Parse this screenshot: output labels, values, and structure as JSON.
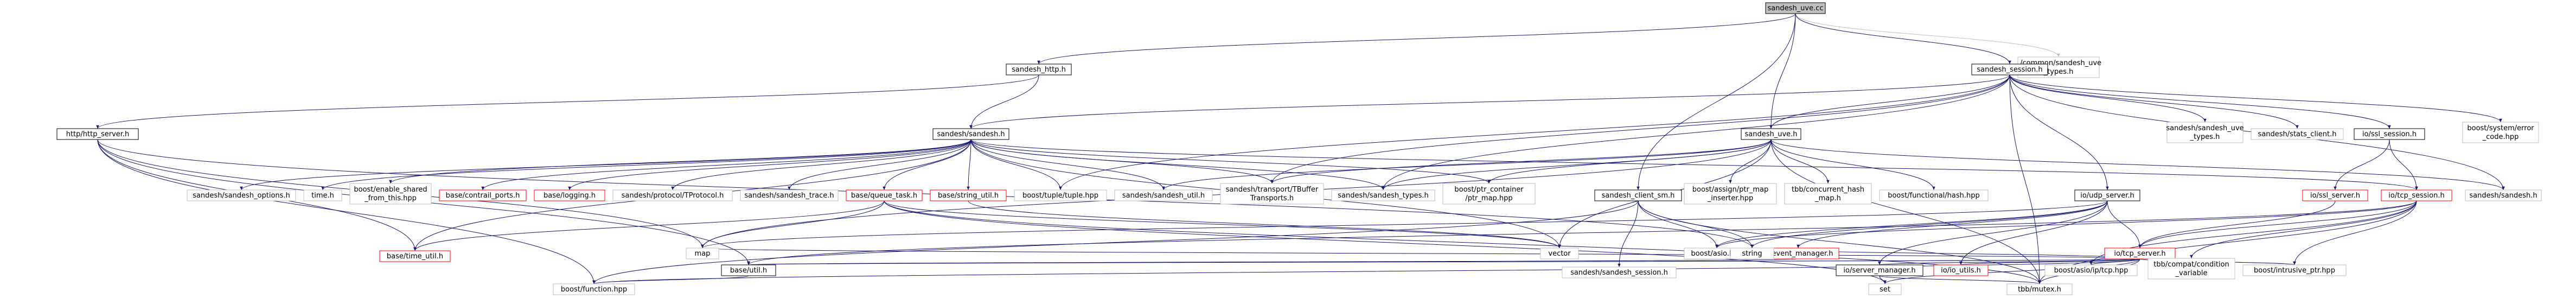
{
  "nodes": [
    {
      "id": "root",
      "lines": [
        "sandesh_uve.cc"
      ],
      "style": "root"
    },
    {
      "id": "sandesh_http",
      "lines": [
        "sandesh_http.h"
      ],
      "style": "doc"
    },
    {
      "id": "common_uve_types",
      "lines": [
        "../common/sandesh_uve",
        "_types.h"
      ],
      "style": "plain"
    },
    {
      "id": "sandesh_session",
      "lines": [
        "sandesh_session.h"
      ],
      "style": "doc"
    },
    {
      "id": "http_server",
      "lines": [
        "http/http_server.h"
      ],
      "style": "doc"
    },
    {
      "id": "sandesh_h",
      "lines": [
        "sandesh/sandesh.h"
      ],
      "style": "doc"
    },
    {
      "id": "sandesh_uve_h",
      "lines": [
        "sandesh_uve.h"
      ],
      "style": "doc"
    },
    {
      "id": "sandesh_uve_types",
      "lines": [
        "sandesh/sandesh_uve",
        "_types.h"
      ],
      "style": "plain"
    },
    {
      "id": "stats_client",
      "lines": [
        "sandesh/stats_client.h"
      ],
      "style": "plain"
    },
    {
      "id": "ssl_session",
      "lines": [
        "io/ssl_session.h"
      ],
      "style": "doc"
    },
    {
      "id": "system_error",
      "lines": [
        "boost/system/error",
        "_code.hpp"
      ],
      "style": "plain"
    },
    {
      "id": "sandesh_options",
      "lines": [
        "sandesh/sandesh_options.h"
      ],
      "style": "plain"
    },
    {
      "id": "time_h",
      "lines": [
        "time.h"
      ],
      "style": "plain"
    },
    {
      "id": "enable_shared",
      "lines": [
        "boost/enable_shared",
        "_from_this.hpp"
      ],
      "style": "plain"
    },
    {
      "id": "contrail_ports",
      "lines": [
        "base/contrail_ports.h"
      ],
      "style": "red"
    },
    {
      "id": "logging",
      "lines": [
        "base/logging.h"
      ],
      "style": "red"
    },
    {
      "id": "protocol",
      "lines": [
        "sandesh/protocol/TProtocol.h"
      ],
      "style": "plain"
    },
    {
      "id": "sandesh_trace",
      "lines": [
        "sandesh/sandesh_trace.h"
      ],
      "style": "plain"
    },
    {
      "id": "queue_task",
      "lines": [
        "base/queue_task.h"
      ],
      "style": "red"
    },
    {
      "id": "string_util",
      "lines": [
        "base/string_util.h"
      ],
      "style": "red"
    },
    {
      "id": "tuple",
      "lines": [
        "boost/tuple/tuple.hpp"
      ],
      "style": "plain"
    },
    {
      "id": "sandesh_util",
      "lines": [
        "sandesh/sandesh_util.h"
      ],
      "style": "plain"
    },
    {
      "id": "tbuffer",
      "lines": [
        "sandesh/transport/TBuffer",
        "Transports.h"
      ],
      "style": "plain"
    },
    {
      "id": "sandesh_types",
      "lines": [
        "sandesh/sandesh_types.h"
      ],
      "style": "plain"
    },
    {
      "id": "ptr_container",
      "lines": [
        "boost/ptr_container",
        "/ptr_map.hpp"
      ],
      "style": "plain"
    },
    {
      "id": "sandesh_client_sm",
      "lines": [
        "sandesh_client_sm.h"
      ],
      "style": "doc"
    },
    {
      "id": "boost_ptr_map_ins",
      "lines": [
        "boost/assign/ptr_map",
        "_inserter.hpp"
      ],
      "style": "plain"
    },
    {
      "id": "tbb_chm",
      "lines": [
        "tbb/concurrent_hash",
        "_map.h"
      ],
      "style": "plain"
    },
    {
      "id": "functional_hash",
      "lines": [
        "boost/functional/hash.hpp"
      ],
      "style": "plain"
    },
    {
      "id": "udp_server",
      "lines": [
        "io/udp_server.h"
      ],
      "style": "doc"
    },
    {
      "id": "ssl_server",
      "lines": [
        "io/ssl_server.h"
      ],
      "style": "red"
    },
    {
      "id": "tcp_session",
      "lines": [
        "io/tcp_session.h"
      ],
      "style": "red"
    },
    {
      "id": "sandesh_h2",
      "lines": [
        "sandesh/sandesh.h"
      ],
      "style": "plain"
    },
    {
      "id": "time_util",
      "lines": [
        "base/time_util.h"
      ],
      "style": "red"
    },
    {
      "id": "vector",
      "lines": [
        "vector"
      ],
      "style": "plain"
    },
    {
      "id": "sandesh_session_h2",
      "lines": [
        "sandesh/sandesh_session.h"
      ],
      "style": "plain"
    },
    {
      "id": "boost_asio",
      "lines": [
        "boost/asio.hpp"
      ],
      "style": "plain"
    },
    {
      "id": "event_manager",
      "lines": [
        "io/event_manager.h"
      ],
      "style": "red"
    },
    {
      "id": "tcp_server",
      "lines": [
        "io/tcp_server.h"
      ],
      "style": "red"
    },
    {
      "id": "base_util",
      "lines": [
        "base/util.h"
      ],
      "style": "doc"
    },
    {
      "id": "map",
      "lines": [
        "map"
      ],
      "style": "plain"
    },
    {
      "id": "string",
      "lines": [
        "string"
      ],
      "style": "plain"
    },
    {
      "id": "server_manager",
      "lines": [
        "io/server_manager.h"
      ],
      "style": "doc"
    },
    {
      "id": "io_utils",
      "lines": [
        "io/io_utils.h"
      ],
      "style": "red"
    },
    {
      "id": "asio_tcp",
      "lines": [
        "boost/asio/ip/tcp.hpp"
      ],
      "style": "plain"
    },
    {
      "id": "tbb_cond",
      "lines": [
        "tbb/compat/condition",
        "_variable"
      ],
      "style": "plain"
    },
    {
      "id": "intrusive_ptr",
      "lines": [
        "boost/intrusive_ptr.hpp"
      ],
      "style": "plain"
    },
    {
      "id": "boost_function",
      "lines": [
        "boost/function.hpp"
      ],
      "style": "plain"
    },
    {
      "id": "set",
      "lines": [
        "set"
      ],
      "style": "plain"
    },
    {
      "id": "tbb_mutex",
      "lines": [
        "tbb/mutex.h"
      ],
      "style": "plain"
    }
  ],
  "edges": [
    [
      "root",
      "sandesh_http"
    ],
    [
      "root",
      "common_uve_types",
      "dim"
    ],
    [
      "root",
      "sandesh_session"
    ],
    [
      "root",
      "sandesh_uve_h"
    ],
    [
      "root",
      "sandesh_client_sm"
    ],
    [
      "sandesh_http",
      "http_server"
    ],
    [
      "sandesh_http",
      "sandesh_h"
    ],
    [
      "http_server",
      "time_util"
    ],
    [
      "http_server",
      "base_util"
    ],
    [
      "http_server",
      "map"
    ],
    [
      "http_server",
      "string"
    ],
    [
      "http_server",
      "boost_function"
    ],
    [
      "sandesh_session",
      "sandesh_uve_types"
    ],
    [
      "sandesh_session",
      "stats_client"
    ],
    [
      "sandesh_session",
      "ssl_session"
    ],
    [
      "sandesh_session",
      "system_error"
    ],
    [
      "sandesh_session",
      "sandesh_h"
    ],
    [
      "sandesh_session",
      "sandesh_uve_h"
    ],
    [
      "sandesh_session",
      "tuple"
    ],
    [
      "sandesh_session",
      "sandesh_h2"
    ],
    [
      "sandesh_session",
      "udp_server"
    ],
    [
      "sandesh_session",
      "tbb_mutex"
    ],
    [
      "sandesh_session",
      "tbuffer"
    ],
    [
      "sandesh_session",
      "sandesh_types"
    ],
    [
      "ssl_session",
      "ssl_server"
    ],
    [
      "ssl_session",
      "tcp_session"
    ],
    [
      "ssl_server",
      "tcp_server"
    ],
    [
      "sandesh_h",
      "sandesh_options"
    ],
    [
      "sandesh_h",
      "time_h"
    ],
    [
      "sandesh_h",
      "enable_shared"
    ],
    [
      "sandesh_h",
      "contrail_ports"
    ],
    [
      "sandesh_h",
      "logging"
    ],
    [
      "sandesh_h",
      "protocol"
    ],
    [
      "sandesh_h",
      "sandesh_trace"
    ],
    [
      "sandesh_h",
      "queue_task"
    ],
    [
      "sandesh_h",
      "string_util"
    ],
    [
      "sandesh_h",
      "tuple"
    ],
    [
      "sandesh_h",
      "sandesh_util"
    ],
    [
      "sandesh_h",
      "tbuffer"
    ],
    [
      "sandesh_h",
      "sandesh_types"
    ],
    [
      "sandesh_h",
      "ptr_container"
    ],
    [
      "sandesh_h",
      "time_util"
    ],
    [
      "sandesh_h",
      "vector"
    ],
    [
      "sandesh_h",
      "tcp_session"
    ],
    [
      "queue_task",
      "time_util"
    ],
    [
      "queue_task",
      "vector"
    ],
    [
      "queue_task",
      "map"
    ],
    [
      "queue_task",
      "set"
    ],
    [
      "queue_task",
      "tbb_mutex"
    ],
    [
      "string_util",
      "vector"
    ],
    [
      "sandesh_uve_h",
      "sandesh_util"
    ],
    [
      "sandesh_uve_h",
      "tbuffer"
    ],
    [
      "sandesh_uve_h",
      "sandesh_types"
    ],
    [
      "sandesh_uve_h",
      "ptr_container"
    ],
    [
      "sandesh_uve_h",
      "boost_ptr_map_ins"
    ],
    [
      "sandesh_uve_h",
      "tbb_chm"
    ],
    [
      "sandesh_uve_h",
      "functional_hash"
    ],
    [
      "sandesh_uve_h",
      "sandesh_h2"
    ],
    [
      "sandesh_uve_h",
      "vector"
    ],
    [
      "sandesh_uve_h",
      "map"
    ],
    [
      "sandesh_uve_h",
      "tbb_mutex"
    ],
    [
      "sandesh_client_sm",
      "sandesh_session_h2"
    ],
    [
      "sandesh_client_sm",
      "boost_asio"
    ],
    [
      "sandesh_client_sm",
      "string"
    ],
    [
      "sandesh_client_sm",
      "boost_function"
    ],
    [
      "sandesh_client_sm",
      "tbb_mutex"
    ],
    [
      "udp_server",
      "event_manager"
    ],
    [
      "udp_server",
      "boost_asio"
    ],
    [
      "udp_server",
      "tcp_server"
    ],
    [
      "udp_server",
      "server_manager"
    ],
    [
      "udp_server",
      "io_utils"
    ],
    [
      "udp_server",
      "map"
    ],
    [
      "udp_server",
      "string"
    ],
    [
      "tcp_session",
      "tcp_server"
    ],
    [
      "tcp_session",
      "boost_asio"
    ],
    [
      "tcp_session",
      "intrusive_ptr"
    ],
    [
      "tcp_session",
      "tbb_cond"
    ],
    [
      "tcp_session",
      "asio_tcp"
    ],
    [
      "tcp_session",
      "tbb_mutex"
    ],
    [
      "tcp_session",
      "base_util"
    ],
    [
      "event_manager",
      "base_util"
    ],
    [
      "event_manager",
      "boost_asio"
    ],
    [
      "tcp_server",
      "base_util"
    ],
    [
      "tcp_server",
      "map"
    ],
    [
      "tcp_server",
      "string"
    ],
    [
      "tcp_server",
      "server_manager"
    ],
    [
      "tcp_server",
      "io_utils"
    ],
    [
      "tcp_server",
      "asio_tcp"
    ],
    [
      "tcp_server",
      "tbb_cond"
    ],
    [
      "tcp_server",
      "intrusive_ptr"
    ],
    [
      "tcp_server",
      "tbb_mutex"
    ],
    [
      "tcp_server",
      "set"
    ],
    [
      "tcp_server",
      "boost_function"
    ],
    [
      "base_util",
      "boost_function"
    ],
    [
      "server_manager",
      "set"
    ],
    [
      "server_manager",
      "tbb_mutex"
    ]
  ]
}
